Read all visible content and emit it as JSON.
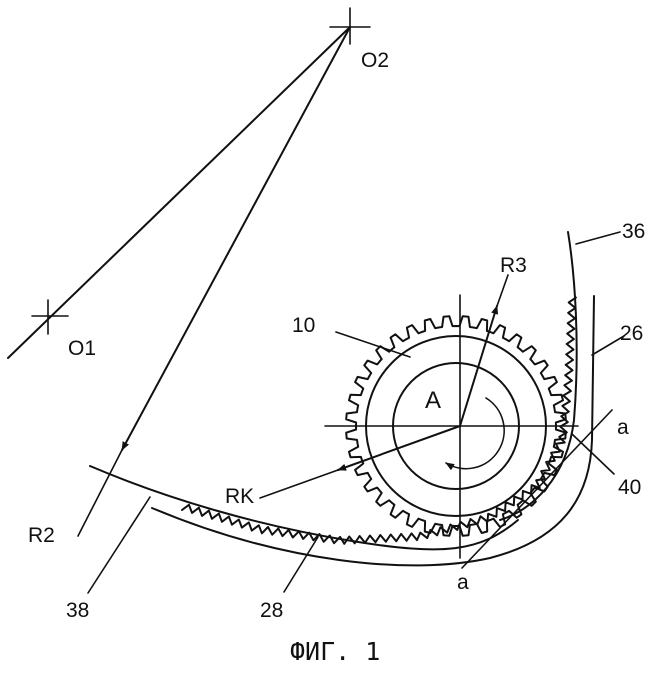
{
  "figure": {
    "caption": "ФИГ. 1",
    "labels": {
      "o1": "O1",
      "o2": "O2",
      "r2": "R2",
      "r3": "R3",
      "rk": "RK",
      "a_center": "A",
      "n10": "10",
      "n26": "26",
      "n28": "28",
      "n36": "36",
      "n38": "38",
      "n40": "40",
      "a_upper": "a",
      "a_lower": "a"
    }
  },
  "colors": {
    "ink": "#111111",
    "background": "#ffffff"
  }
}
